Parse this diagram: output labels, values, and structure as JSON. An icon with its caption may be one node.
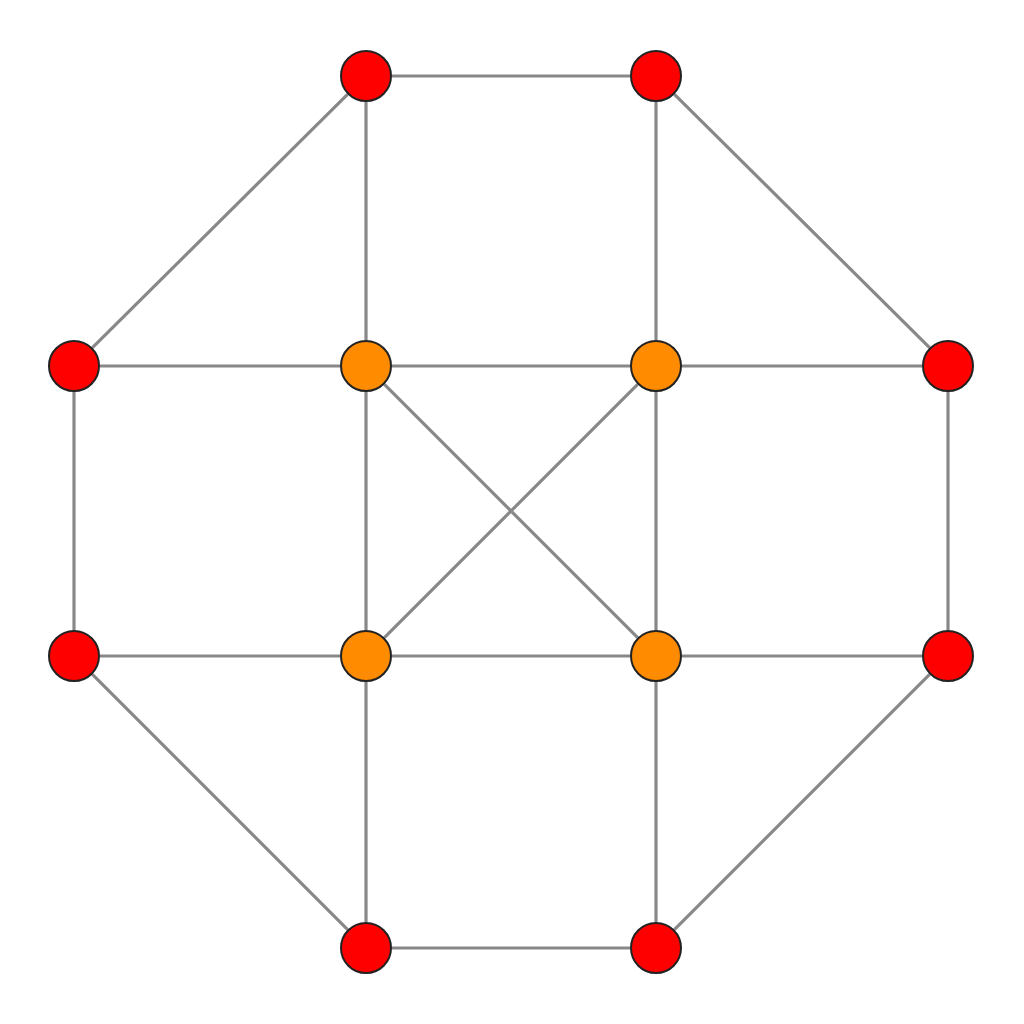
{
  "diagram": {
    "nodes": [
      {
        "text": [],
        "shape": "circle"
      },
      {
        "text": [],
        "shape": "circle"
      },
      {
        "text": [],
        "shape": "circle"
      },
      {
        "text": [],
        "shape": "circle"
      },
      {
        "text": [],
        "shape": "circle"
      },
      {
        "text": [],
        "shape": "circle"
      },
      {
        "text": [],
        "shape": "circle"
      },
      {
        "text": [],
        "shape": "circle"
      },
      {
        "text": [],
        "shape": "circle"
      },
      {
        "text": [],
        "shape": "circle"
      },
      {
        "text": [],
        "shape": "circle"
      },
      {
        "text": [],
        "shape": "circle"
      }
    ],
    "edges": [
      {
        "from": 0,
        "to": 1,
        "arrow": "none"
      },
      {
        "from": 0,
        "to": 2,
        "arrow": "none"
      },
      {
        "from": 0,
        "to": 3,
        "arrow": "none"
      },
      {
        "from": 1,
        "to": 4,
        "arrow": "none"
      },
      {
        "from": 1,
        "to": 5,
        "arrow": "none"
      },
      {
        "from": 2,
        "to": 3,
        "arrow": "none"
      },
      {
        "from": 2,
        "to": 6,
        "arrow": "none"
      },
      {
        "from": 3,
        "to": 4,
        "arrow": "none"
      },
      {
        "from": 3,
        "to": 7,
        "arrow": "none"
      },
      {
        "from": 3,
        "to": 8,
        "arrow": "none"
      },
      {
        "from": 4,
        "to": 5,
        "arrow": "none"
      },
      {
        "from": 4,
        "to": 8,
        "arrow": "none"
      },
      {
        "from": 4,
        "to": 7,
        "arrow": "none"
      },
      {
        "from": 5,
        "to": 9,
        "arrow": "none"
      },
      {
        "from": 6,
        "to": 7,
        "arrow": "none"
      },
      {
        "from": 6,
        "to": 10,
        "arrow": "none"
      },
      {
        "from": 7,
        "to": 8,
        "arrow": "none"
      },
      {
        "from": 7,
        "to": 10,
        "arrow": "none"
      },
      {
        "from": 8,
        "to": 9,
        "arrow": "none"
      },
      {
        "from": 8,
        "to": 11,
        "arrow": "none"
      },
      {
        "from": 9,
        "to": 11,
        "arrow": "none"
      },
      {
        "from": 10,
        "to": 11,
        "arrow": "none"
      }
    ]
  }
}
